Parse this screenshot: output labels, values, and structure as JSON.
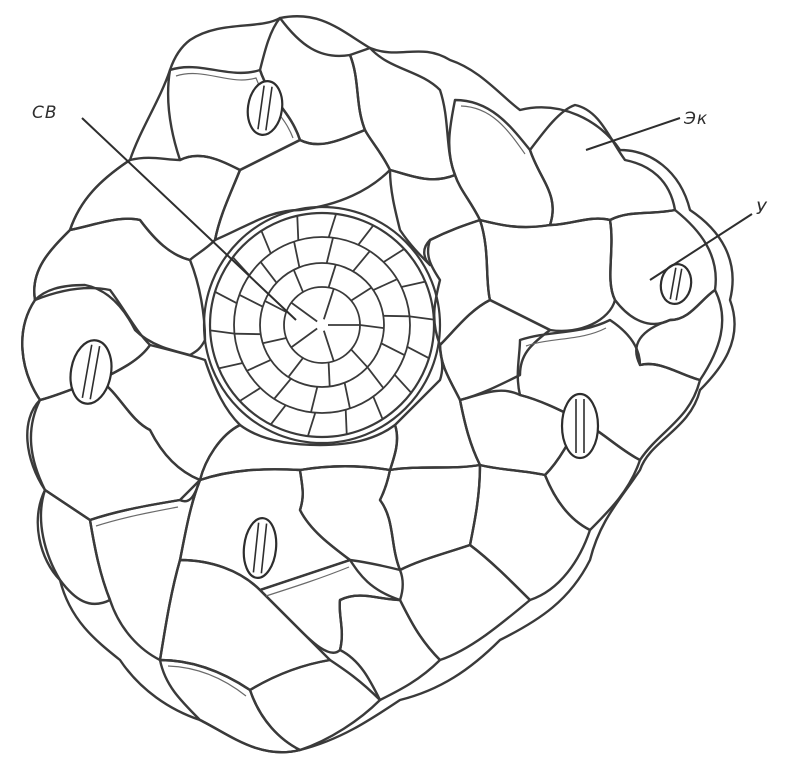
{
  "labels": {
    "glandular_hair": "СВ",
    "epidermis": "Эк",
    "stoma": "У"
  },
  "colors": {
    "ink": "#2e2e2e",
    "paper": "#ffffff"
  },
  "stomata": [
    {
      "name": "stoma-top"
    },
    {
      "name": "stoma-right-labeled"
    },
    {
      "name": "stoma-left"
    },
    {
      "name": "stoma-right-lower"
    },
    {
      "name": "stoma-bottom"
    }
  ]
}
